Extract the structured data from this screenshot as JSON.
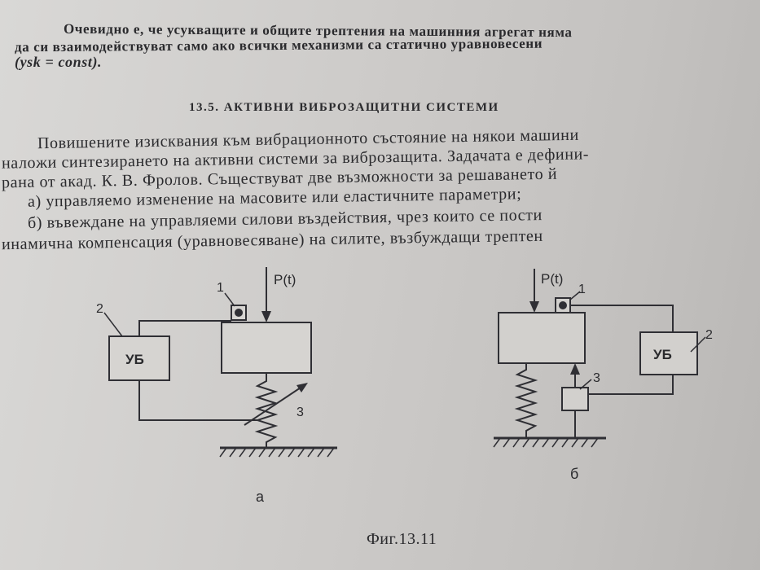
{
  "intro": {
    "line1": "Очевидно е, че усукващите и общите трептения на машинния агрегат няма",
    "line2": "да си взаимодействуват само ако всички механизми са статично уравновесени",
    "line3": "(ysk = const)."
  },
  "section": {
    "heading": "13.5. АКТИВНИ ВИБРОЗАЩИТНИ СИСТЕМИ"
  },
  "body": {
    "line1": "Повишените изисквания към вибрационното състояние на някои машини",
    "line2": "налoжи синтезирането на активни системи за виброзащита. Задачата е дефини-",
    "line3": "рана от акад. К. В. Фролов. Съществуват две възможности за решаването й",
    "item_a": "а) управляемо изменение на масовите или еластичните параметри;",
    "item_b": "б) въвеждане на управляеми силови въздействия, чрез които се пости",
    "line_last": "инамична компенсация (уравновесяване) на силите, възбуждащи трептен"
  },
  "figure": {
    "a": {
      "force_label": "P(t)",
      "sensor_label": "1",
      "controller_label": "2",
      "controller_text": "УБ",
      "spring_label": "3",
      "sublabel": "а"
    },
    "b": {
      "force_label": "P(t)",
      "sensor_label": "1",
      "controller_label": "2",
      "controller_text": "УБ",
      "actuator_label": "3",
      "sublabel": "б"
    },
    "caption": "Фиг.13.11"
  }
}
